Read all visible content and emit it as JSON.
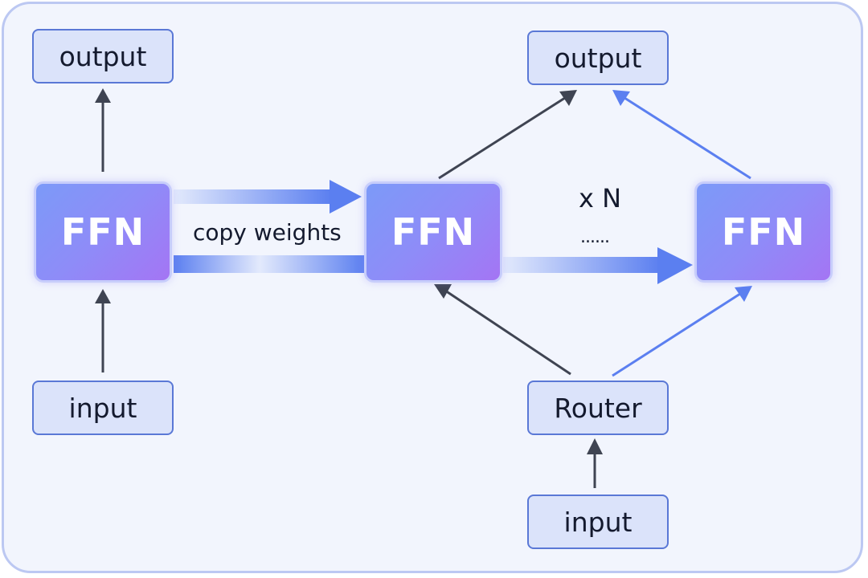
{
  "left": {
    "output_label": "output",
    "ffn_label": "FFN",
    "input_label": "input"
  },
  "copy_label": "copy weights",
  "right": {
    "output_label": "output",
    "ffn_first_label": "FFN",
    "ffn_last_label": "FFN",
    "repeat_label": "x N",
    "ellipsis": "......",
    "router_label": "Router",
    "input_label": "input"
  },
  "colors": {
    "dark_arrow": "#3f4452",
    "blue_arrow": "#5b7ff0",
    "box_border": "#5a78d6",
    "box_fill": "#dbe3fa",
    "frame_border": "#bcc8f2",
    "frame_fill": "#f2f5fd"
  }
}
